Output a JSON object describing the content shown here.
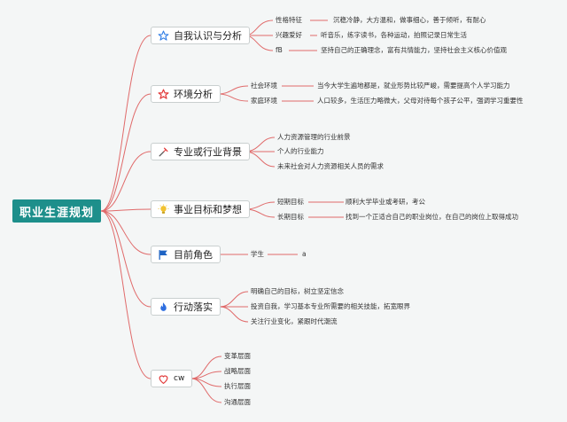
{
  "root": "职业生涯规划",
  "branches": {
    "self": {
      "label": "自我认识与分析",
      "icon": "star-outline-icon",
      "rows": [
        {
          "key": "性格特征",
          "value": "沉稳冷静，大方温和，做事细心，善于倾听，有耐心"
        },
        {
          "key": "兴趣爱好",
          "value": "听音乐，练字读书，各种运动，拍照记录日常生活"
        },
        {
          "key": "fB",
          "value": "坚持自己的正确理念，富有共情能力，坚持社会主义核心价值观"
        }
      ]
    },
    "env": {
      "label": "环境分析",
      "icon": "star-red-icon",
      "rows": [
        {
          "key": "社会环境",
          "value": "当今大学生遍地都是，就业形势比较严峻，需要提高个人学习能力"
        },
        {
          "key": "家庭环境",
          "value": "人口较多，生活压力略微大，父母对待每个孩子公平，强调学习重要性"
        }
      ]
    },
    "major": {
      "label": "专业或行业背景",
      "icon": "tools-icon",
      "items": [
        "人力资源管理的行业前景",
        "个人的行业能力",
        "未来社会对人力资源相关人员的需求"
      ]
    },
    "goals": {
      "label": "事业目标和梦想",
      "icon": "lightbulb-icon",
      "rows": [
        {
          "key": "短期目标",
          "value": "顺利大学毕业或考研，考公"
        },
        {
          "key": "长期目标",
          "value": "找到一个正适合自己的职业岗位，在自己的岗位上取得成功"
        }
      ]
    },
    "role": {
      "label": "目前角色",
      "icon": "flag-icon",
      "rows": [
        {
          "key": "学生",
          "value": "a"
        }
      ]
    },
    "action": {
      "label": "行动落实",
      "icon": "flame-icon",
      "items": [
        "明确自己的目标，树立坚定信念",
        "投资自我，学习基本专业所需要的相关技能，拓宽眼界",
        "关注行业变化，紧跟时代潮流"
      ]
    },
    "cw": {
      "label": "cw",
      "icon": "heart-outline-icon",
      "items": [
        "变革层面",
        "战略层面",
        "执行层面",
        "沟通层面"
      ]
    }
  },
  "colors": {
    "root_bg": "#1d8f8b",
    "line": "#e06a6a",
    "star_blue": "#2c7be5",
    "star_red": "#e23b3b",
    "flag": "#1e63c4",
    "flame": "#2f6fe0",
    "bulb": "#f2c230",
    "heart": "#e23b3b"
  }
}
